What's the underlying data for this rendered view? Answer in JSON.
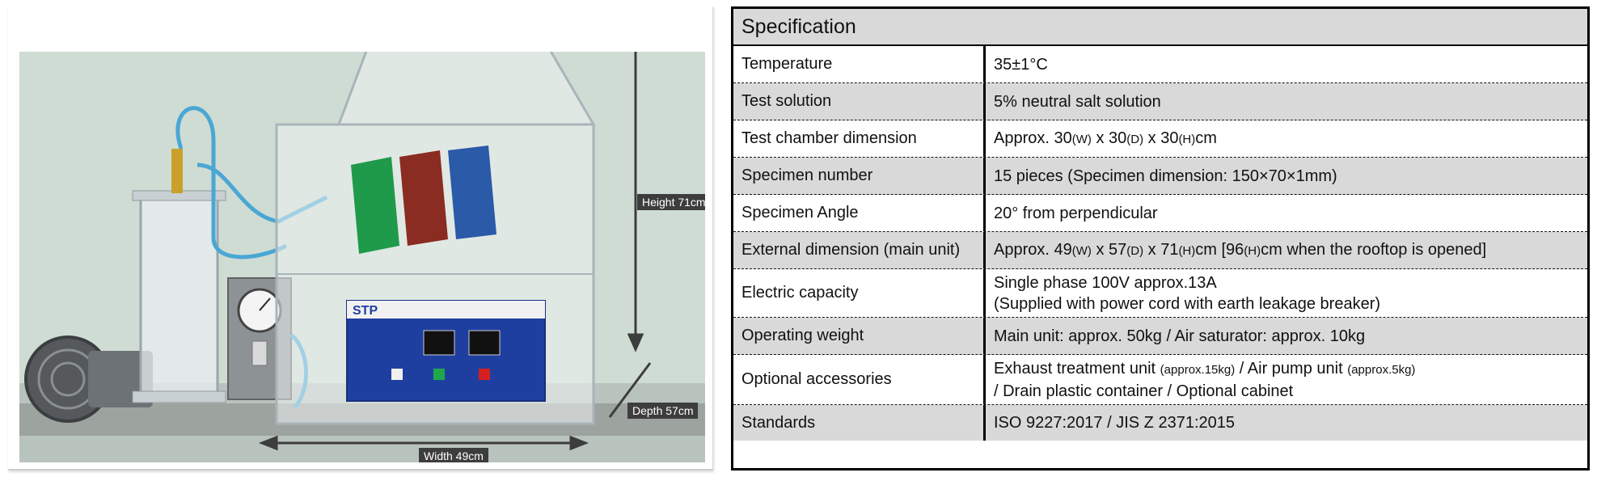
{
  "photo": {
    "height_label": "Height 71cm",
    "depth_label": "Depth 57cm",
    "width_label": "Width 49cm",
    "device_model": "STP",
    "colors": {
      "background": "#cfdcd3",
      "control_panel": "#1f3fa0",
      "specimen_green": "#1f9a4a",
      "specimen_red": "#8a2c22",
      "specimen_blue": "#2a5aa8"
    }
  },
  "specification": {
    "title": "Specification",
    "rows": [
      {
        "label": "Temperature",
        "value": [
          {
            "text": "35±1°C"
          }
        ]
      },
      {
        "label": "Test solution",
        "value": [
          {
            "text": "5% neutral salt solution"
          }
        ]
      },
      {
        "label": "Test chamber dimension",
        "value": [
          {
            "text": "Approx. 30"
          },
          {
            "text": "(W)",
            "small": true
          },
          {
            "text": " x 30"
          },
          {
            "text": "(D)",
            "small": true
          },
          {
            "text": " x 30"
          },
          {
            "text": "(H)",
            "small": true
          },
          {
            "text": "cm"
          }
        ]
      },
      {
        "label": "Specimen number",
        "value": [
          {
            "text": "15 pieces (Specimen dimension: 150×70×1mm)"
          }
        ]
      },
      {
        "label": "Specimen Angle",
        "value": [
          {
            "text": "20° from perpendicular"
          }
        ]
      },
      {
        "label": "External dimension (main unit)",
        "value": [
          {
            "text": "Approx. 49"
          },
          {
            "text": "(W)",
            "small": true
          },
          {
            "text": " x 57"
          },
          {
            "text": "(D)",
            "small": true
          },
          {
            "text": " x 71"
          },
          {
            "text": "(H)",
            "small": true
          },
          {
            "text": "cm [96"
          },
          {
            "text": "(H)",
            "small": true
          },
          {
            "text": "cm when the rooftop is opened]"
          }
        ]
      },
      {
        "label": "Electric capacity",
        "value": [
          {
            "text": "Single phase 100V approx.13A"
          },
          {
            "text": "(Supplied with power cord with earth leakage breaker)",
            "newline": true
          }
        ]
      },
      {
        "label": "Operating weight",
        "value": [
          {
            "text": "Main unit: approx. 50kg / Air saturator: approx. 10kg"
          }
        ]
      },
      {
        "label": "Optional accessories",
        "value": [
          {
            "text": "Exhaust treatment unit "
          },
          {
            "text": "(approx.15kg)",
            "small": true
          },
          {
            "text": " / Air pump unit "
          },
          {
            "text": "(approx.5kg)",
            "small": true
          },
          {
            "text": "/ Drain plastic container / Optional cabinet",
            "newline": true
          }
        ]
      },
      {
        "label": "Standards",
        "value": [
          {
            "text": "ISO 9227:2017 / JIS Z 2371:2015"
          }
        ]
      }
    ]
  }
}
